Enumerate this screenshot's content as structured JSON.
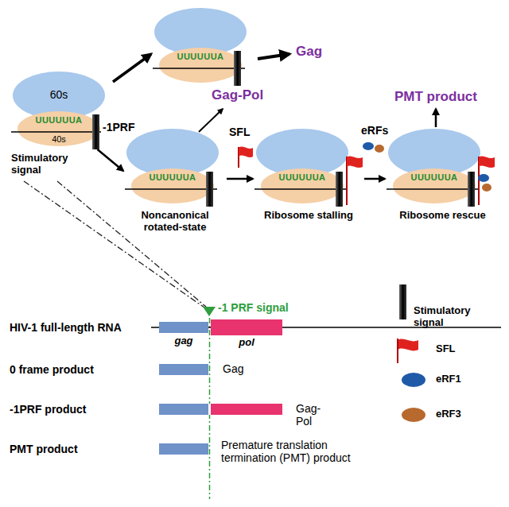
{
  "diagram": {
    "nodes": [
      {
        "text": [
          "60s",
          "UUUUUUA",
          "40s"
        ]
      },
      {
        "text": [
          "UUUUUUA"
        ]
      },
      {
        "text": [
          "UUUUUUA",
          "Noncanonical rotated-state"
        ]
      },
      {
        "text": [
          "UUUUUUA",
          "Ribosome stalling"
        ]
      },
      {
        "text": [
          "UUUUUUA",
          "Ribosome rescue"
        ]
      },
      {
        "text": [
          "gag"
        ]
      },
      {
        "text": [
          "pol"
        ]
      },
      {
        "text": [
          "Gag"
        ]
      },
      {
        "text": [
          "Gag-Pol"
        ]
      },
      {
        "text": [
          "Premature translation termination (PMT) product"
        ]
      }
    ],
    "edges": [
      {
        "from": 0,
        "to": 1,
        "arrow": "to"
      },
      {
        "from": 0,
        "to": 2,
        "label": "-1PRF",
        "arrow": "to"
      },
      {
        "from": 2,
        "to": 3,
        "label": "SFL",
        "arrow": "to"
      },
      {
        "from": 3,
        "to": 4,
        "label": "eRFs",
        "arrow": "to"
      }
    ],
    "labels": [
      "Gag",
      "Gag-Pol",
      "PMT product",
      "Stimulatory signal",
      "-1 PRF signal",
      "HIV-1 full-length RNA",
      "0 frame product",
      "-1PRF product",
      "PMT product"
    ],
    "legend": [
      {
        "text": "Stimulatory signal"
      },
      {
        "text": "SFL"
      },
      {
        "text": "eRF1",
        "color": "#1f5aa8"
      },
      {
        "text": "eRF3",
        "color": "#b8692e"
      }
    ]
  }
}
